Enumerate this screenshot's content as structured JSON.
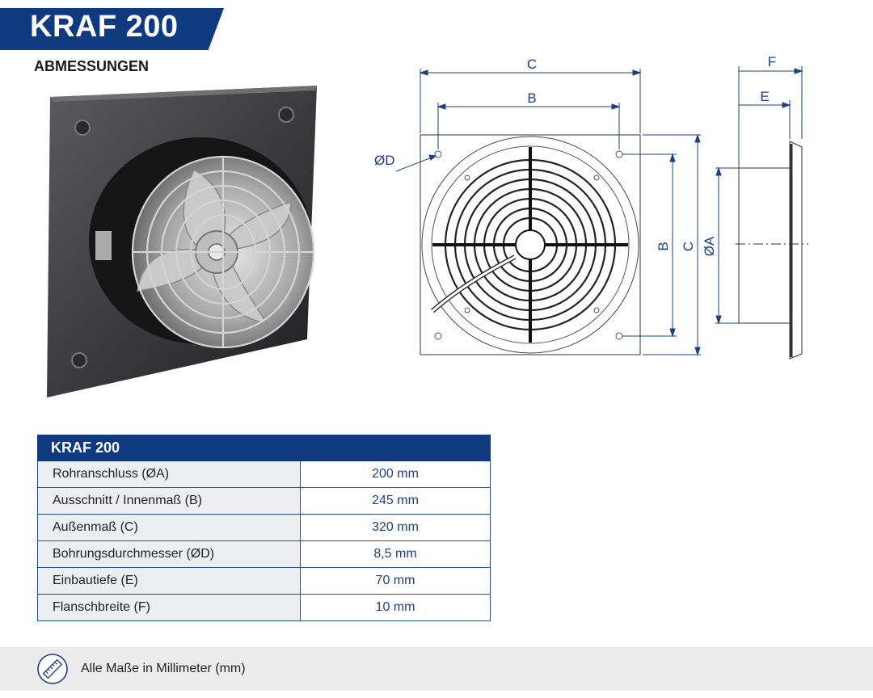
{
  "header": {
    "title": "KRAF 200",
    "subtitle": "ABMESSUNGEN"
  },
  "drawing": {
    "labels": {
      "c_top": "C",
      "b_top": "B",
      "d": "ØD",
      "b_side": "B",
      "c_side": "C",
      "a_side": "ØA",
      "f": "F",
      "e": "E"
    }
  },
  "table": {
    "header": "KRAF 200",
    "rows": [
      {
        "label": "Rohranschluss (ØA)",
        "value": "200 mm"
      },
      {
        "label": "Ausschnitt / Innenmaß (B)",
        "value": "245 mm"
      },
      {
        "label": "Außenmaß (C)",
        "value": "320 mm"
      },
      {
        "label": "Bohrungsdurchmesser (ØD)",
        "value": "8,5 mm"
      },
      {
        "label": "Einbautiefe (E)",
        "value": "70 mm"
      },
      {
        "label": "Flanschbreite (F)",
        "value": "10 mm"
      }
    ]
  },
  "footer": {
    "note": "Alle Maße in Millimeter (mm)",
    "icon": "ruler-icon"
  },
  "colors": {
    "brand_blue": "#0f3a80",
    "dim_blue": "#1e3f82",
    "footer_bg": "#ececed"
  }
}
